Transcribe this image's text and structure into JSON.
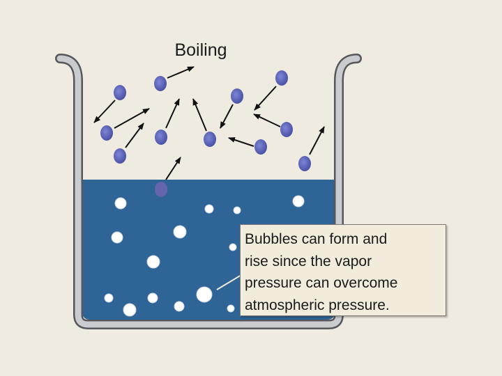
{
  "title": "Boiling",
  "callout": {
    "lines": [
      "Bubbles can form and",
      "rise since the vapor",
      "pressure can overcome",
      "atmospheric pressure."
    ]
  },
  "colors": {
    "background": "#efebe1",
    "liquid": "#2f6496",
    "beaker_wall": "#c9cbcf",
    "beaker_outline": "#55575c",
    "molecule": "#5a62b8",
    "bubble": "#ffffff",
    "callout_fill": "#f1ecdc"
  }
}
